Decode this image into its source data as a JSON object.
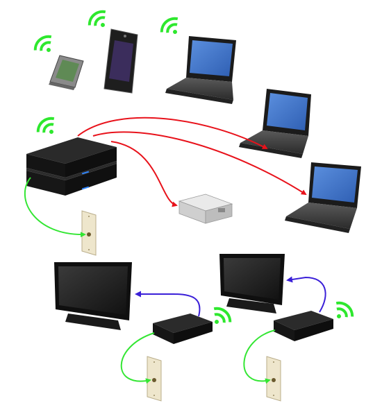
{
  "diagram": {
    "devices": [
      {
        "id": "smartphone",
        "kind": "phone",
        "wireless": true
      },
      {
        "id": "tablet",
        "kind": "tablet",
        "wireless": true
      },
      {
        "id": "laptop-top",
        "kind": "laptop",
        "wireless": true
      },
      {
        "id": "laptop-right-1",
        "kind": "laptop",
        "wireless": false
      },
      {
        "id": "laptop-right-2",
        "kind": "laptop",
        "wireless": false
      },
      {
        "id": "gateway",
        "kind": "home-gateway",
        "wireless": true
      },
      {
        "id": "network-adapter",
        "kind": "adapter-box",
        "wireless": false
      },
      {
        "id": "tv-left",
        "kind": "television",
        "wireless": false
      },
      {
        "id": "tv-right",
        "kind": "television",
        "wireless": false
      },
      {
        "id": "set-top-box-left",
        "kind": "set-top-box",
        "wireless": true
      },
      {
        "id": "set-top-box-right",
        "kind": "set-top-box",
        "wireless": true
      },
      {
        "id": "coax-outlet-top",
        "kind": "wall-outlet",
        "wireless": false
      },
      {
        "id": "coax-outlet-left",
        "kind": "wall-outlet",
        "wireless": false
      },
      {
        "id": "coax-outlet-right",
        "kind": "wall-outlet",
        "wireless": false
      }
    ],
    "connections": [
      {
        "from": "gateway",
        "to": "laptop-right-1",
        "type": "ethernet"
      },
      {
        "from": "gateway",
        "to": "laptop-right-2",
        "type": "ethernet"
      },
      {
        "from": "gateway",
        "to": "network-adapter",
        "type": "ethernet"
      },
      {
        "from": "gateway",
        "to": "coax-outlet-top",
        "type": "coax"
      },
      {
        "from": "set-top-box-left",
        "to": "tv-left",
        "type": "video"
      },
      {
        "from": "set-top-box-right",
        "to": "tv-right",
        "type": "video"
      },
      {
        "from": "set-top-box-left",
        "to": "coax-outlet-left",
        "type": "coax"
      },
      {
        "from": "set-top-box-right",
        "to": "coax-outlet-right",
        "type": "coax"
      }
    ],
    "colors": {
      "ethernet": "#e8121b",
      "coax": "#33e633",
      "video": "#3a1fd8",
      "wifi": "#2ee82e",
      "screen": "#3f73c9",
      "device_dark": "#1c1c1c",
      "outlet": "#eee6cc",
      "gateway_led": "#2f86ff"
    }
  }
}
